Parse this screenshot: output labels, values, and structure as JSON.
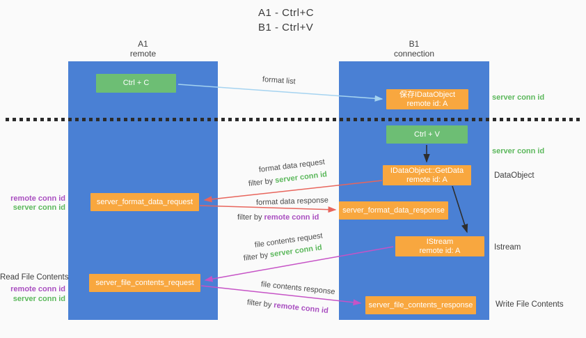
{
  "title": {
    "line1": "A1 - Ctrl+C",
    "line2": "B1 - Ctrl+V"
  },
  "columns": {
    "a": {
      "name": "A1",
      "subtitle": "remote"
    },
    "b": {
      "name": "B1",
      "subtitle": "connection"
    }
  },
  "nodes": {
    "ctrl_c": {
      "label": "Ctrl + C"
    },
    "save_idataobject": {
      "line1": "保存IDataObject",
      "line2": "remote id: A"
    },
    "ctrl_v": {
      "label": "Ctrl + V"
    },
    "getdata": {
      "line1": "IDataObject::GetData",
      "line2": "remote id: A"
    },
    "format_request": {
      "label": "server_format_data_request"
    },
    "format_response": {
      "label": "server_format_data_response"
    },
    "istream": {
      "line1": "IStream",
      "line2": "remote id: A"
    },
    "file_request": {
      "label": "server_file_contents_request"
    },
    "file_response": {
      "label": "server_file_contents_response"
    }
  },
  "arrow_labels": {
    "format_list": "format list",
    "format_data_request": "format data request",
    "format_data_response": "format data response",
    "file_contents_request": "file contents request",
    "file_contents_response": "file contents response"
  },
  "filters": {
    "f1": {
      "prefix": "filter by ",
      "key": "server conn id"
    },
    "f2": {
      "prefix": "filter by ",
      "key": "remote conn id"
    },
    "f3": {
      "prefix": "filter by ",
      "key": "server conn id"
    },
    "f4": {
      "prefix": "filter by ",
      "key": "remote conn id"
    }
  },
  "side": {
    "right_server_conn_1": "server conn id",
    "right_server_conn_2": "server conn id",
    "dataobject": "DataObject",
    "istream": "Istream",
    "write_file": "Write File Contents",
    "left_remote_conn_1": "remote conn id",
    "left_server_conn_1": "server conn id",
    "read_file": "Read File Contents",
    "left_remote_conn_2": "remote conn id",
    "left_server_conn_2": "server conn id"
  },
  "colors": {
    "column_blue": "#4a80d4",
    "box_green": "#6dbe74",
    "box_orange": "#f8a73f",
    "label_green": "#5cb85c",
    "label_purple": "#a94fc0",
    "arrow_blue": "#a5d3f0",
    "arrow_red": "#e8655c",
    "arrow_magenta": "#c653c6",
    "arrow_black": "#2e2e2e",
    "divider_black": "#2b2b2b"
  }
}
